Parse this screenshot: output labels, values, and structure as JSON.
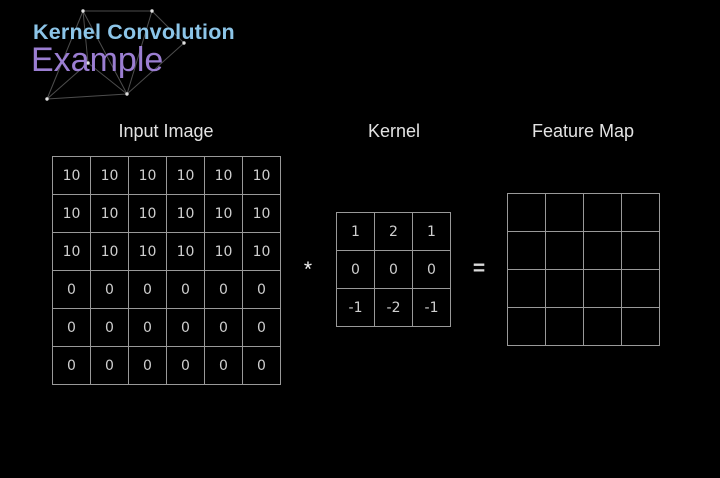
{
  "slide": {
    "title": "Kernel Convolution",
    "subtitle": "Example"
  },
  "colors": {
    "background": "#000000",
    "title": "#8cc5e8",
    "subtitle": "#9b7ed2",
    "grid_line": "#999999",
    "cell_text": "#cfcfcf",
    "label_text": "#e3e3e3"
  },
  "sections": {
    "input_image": {
      "label": "Input Image",
      "rows": [
        [
          10,
          10,
          10,
          10,
          10,
          10
        ],
        [
          10,
          10,
          10,
          10,
          10,
          10
        ],
        [
          10,
          10,
          10,
          10,
          10,
          10
        ],
        [
          0,
          0,
          0,
          0,
          0,
          0
        ],
        [
          0,
          0,
          0,
          0,
          0,
          0
        ],
        [
          0,
          0,
          0,
          0,
          0,
          0
        ]
      ]
    },
    "kernel": {
      "label": "Kernel",
      "rows": [
        [
          1,
          2,
          1
        ],
        [
          0,
          0,
          0
        ],
        [
          -1,
          -2,
          -1
        ]
      ]
    },
    "feature_map": {
      "label": "Feature Map",
      "rows": [
        [
          "",
          "",
          "",
          ""
        ],
        [
          "",
          "",
          "",
          ""
        ],
        [
          "",
          "",
          "",
          ""
        ],
        [
          "",
          "",
          "",
          ""
        ]
      ]
    }
  },
  "operators": {
    "convolution": "*",
    "equals": "="
  },
  "decoration": {
    "icon": "network-graph-icon"
  }
}
